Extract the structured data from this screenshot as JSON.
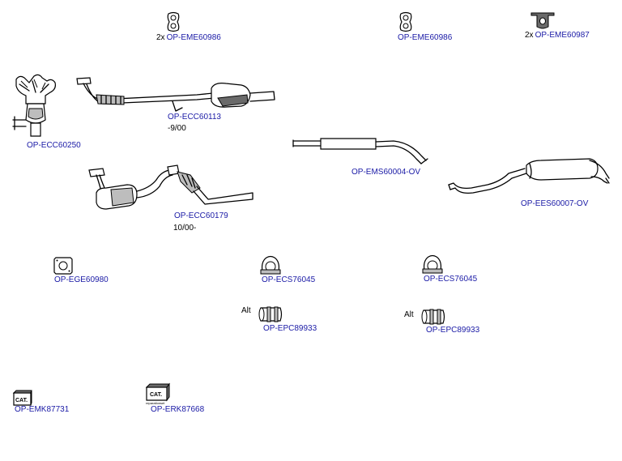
{
  "colors": {
    "part_link": "#1a1aa6",
    "text": "#000000",
    "outline": "#000000",
    "fill_shade": "#bdbdbd"
  },
  "parts": {
    "hanger_1": {
      "icon": "rubber-hanger-icon",
      "prefix": "2x",
      "code": "OP-EME60986"
    },
    "hanger_2": {
      "icon": "rubber-hanger-icon",
      "prefix": "",
      "code": "OP-EME60986"
    },
    "hanger_3": {
      "icon": "bracket-hanger-icon",
      "prefix": "2x",
      "code": "OP-EME60987"
    },
    "manifold_cat": {
      "icon": "manifold-catalyst-icon",
      "code": "OP-ECC60250"
    },
    "front_cat_1": {
      "icon": "front-pipe-catalyst-icon",
      "code": "OP-ECC60113",
      "note": "-9/00"
    },
    "middle_silencer": {
      "icon": "middle-silencer-icon",
      "code": "OP-EMS60004-OV"
    },
    "front_cat_2": {
      "icon": "front-pipe-catalyst-icon",
      "code": "OP-ECC60179",
      "note": "10/00-"
    },
    "rear_silencer": {
      "icon": "rear-silencer-icon",
      "code": "OP-EES60007-OV"
    },
    "gasket": {
      "icon": "gasket-icon",
      "code": "OP-EGE60980"
    },
    "clamp_1": {
      "icon": "clamp-icon",
      "code": "OP-ECS76045"
    },
    "clamp_2": {
      "icon": "clamp-icon",
      "code": "OP-ECS76045"
    },
    "connector_1": {
      "icon": "pipe-connector-icon",
      "prefix": "Alt",
      "code": "OP-EPC89933"
    },
    "connector_2": {
      "icon": "pipe-connector-icon",
      "prefix": "Alt",
      "code": "OP-EPC89933"
    },
    "mount_kit": {
      "icon": "cat-box-icon",
      "box_text": "CAT.",
      "code": "OP-EMK87731"
    },
    "repair_kit": {
      "icon": "cat-repair-box-icon",
      "box_text": "CAT.",
      "box_subtext": "reparationset",
      "code": "OP-ERK87668"
    }
  }
}
